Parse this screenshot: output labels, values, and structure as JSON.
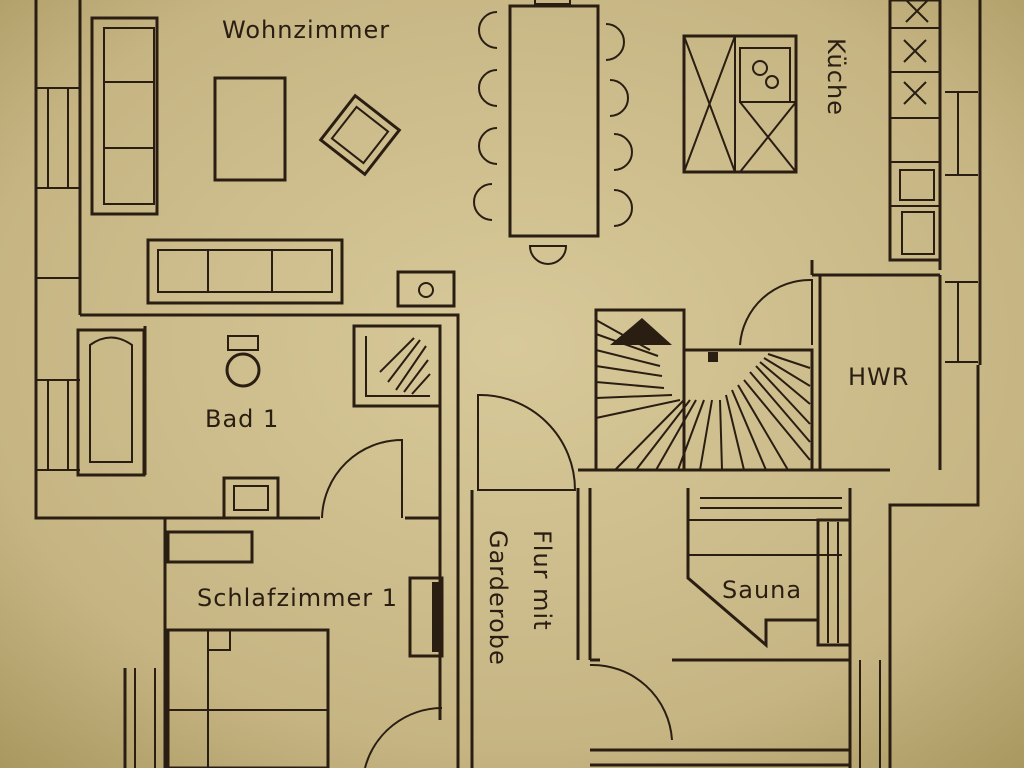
{
  "plan": {
    "rooms": {
      "wohnzimmer": "Wohnzimmer",
      "kueche": "Küche",
      "hwr": "HWR",
      "bad": "Bad 1",
      "schlafzimmer": "Schlafzimmer 1",
      "flur_line1": "Flur mit",
      "flur_line2": "Garderobe",
      "sauna": "Sauna"
    },
    "colors": {
      "paper": "#c9b98a",
      "ink": "#2a1e12"
    }
  }
}
